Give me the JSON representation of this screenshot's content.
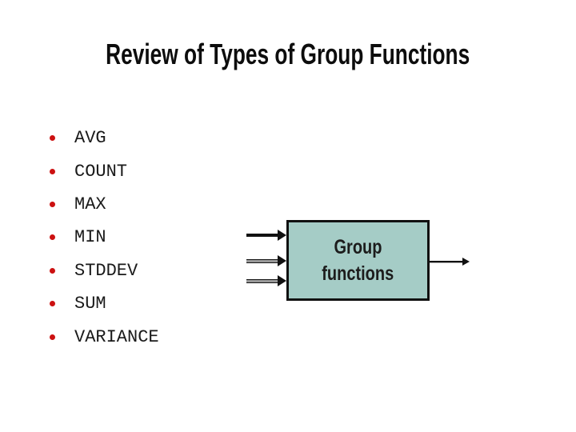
{
  "slide": {
    "title": "Review of Types of Group Functions",
    "bullets": [
      "AVG",
      "COUNT",
      "MAX",
      "MIN",
      "STDDEV",
      "SUM",
      "VARIANCE"
    ],
    "diagram": {
      "label_lines": [
        "Group",
        "functions"
      ],
      "box_fill_color": "#a5ccc6",
      "box_border_color": "#111111",
      "arrow_color": "#111111",
      "input_arrow_count": 3,
      "output_arrow_count": 1
    },
    "bullet_color": "#cc1111",
    "background_color": "#ffffff"
  }
}
